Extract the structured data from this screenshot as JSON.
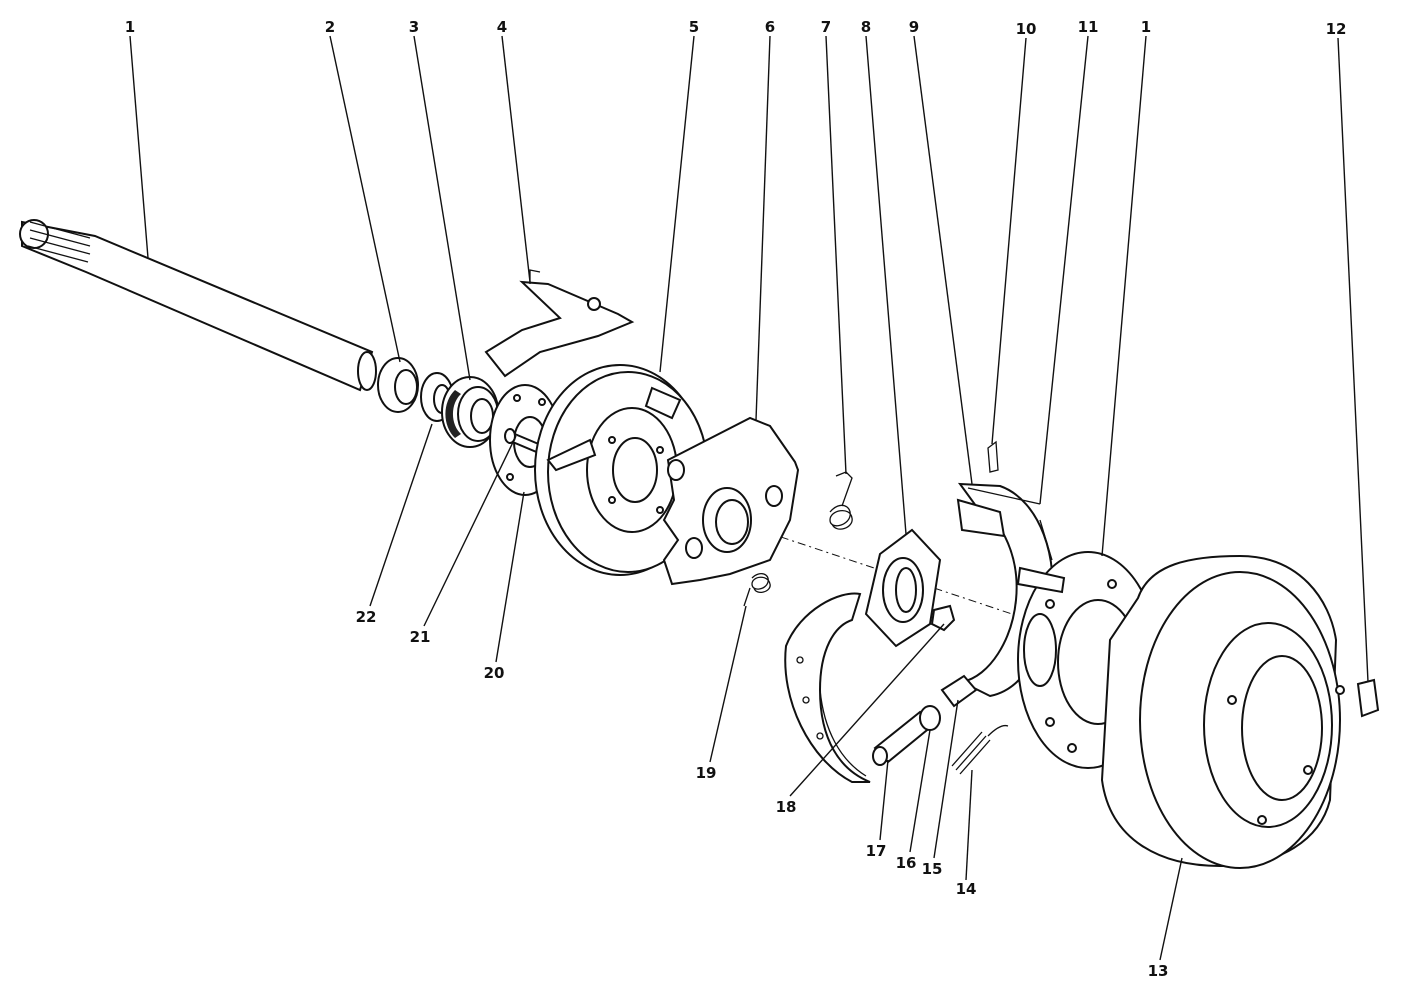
{
  "diagram": {
    "callouts": [
      {
        "id": "c1a",
        "text": "1"
      },
      {
        "id": "c2",
        "text": "2"
      },
      {
        "id": "c3",
        "text": "3"
      },
      {
        "id": "c4",
        "text": "4"
      },
      {
        "id": "c5",
        "text": "5"
      },
      {
        "id": "c6",
        "text": "6"
      },
      {
        "id": "c7",
        "text": "7"
      },
      {
        "id": "c8",
        "text": "8"
      },
      {
        "id": "c9",
        "text": "9"
      },
      {
        "id": "c10",
        "text": "10"
      },
      {
        "id": "c11",
        "text": "11"
      },
      {
        "id": "c1b",
        "text": "1"
      },
      {
        "id": "c12",
        "text": "12"
      },
      {
        "id": "c13",
        "text": "13"
      },
      {
        "id": "c14",
        "text": "14"
      },
      {
        "id": "c15",
        "text": "15"
      },
      {
        "id": "c16",
        "text": "16"
      },
      {
        "id": "c17",
        "text": "17"
      },
      {
        "id": "c18",
        "text": "18"
      },
      {
        "id": "c19",
        "text": "19"
      },
      {
        "id": "c20",
        "text": "20"
      },
      {
        "id": "c21",
        "text": "21"
      },
      {
        "id": "c22",
        "text": "22"
      }
    ]
  }
}
